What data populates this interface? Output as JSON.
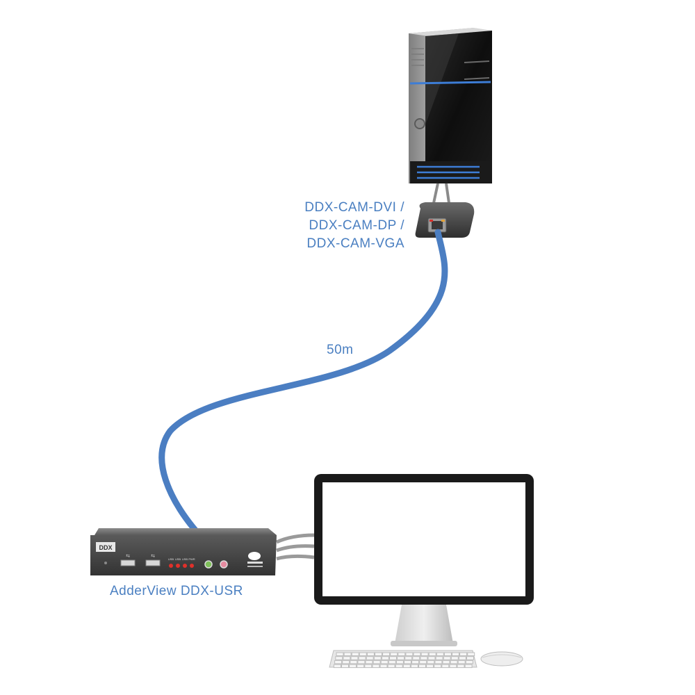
{
  "labels": {
    "cam_line1": "DDX-CAM-DVI /",
    "cam_line2": "DDX-CAM-DP /",
    "cam_line3": "DDX-CAM-VGA",
    "cable_length": "50m",
    "usr_name": "AdderView DDX-USR"
  },
  "usr_panel": {
    "logo": "DDX",
    "port_labels": [
      "USB",
      "USB",
      "USB",
      "USB",
      "PWR"
    ]
  },
  "colors": {
    "accent_blue": "#4a7fc1",
    "cable_blue": "#4b7ec2",
    "device_dark": "#4a4a4a",
    "tower_silver": "#9c9c9c"
  }
}
